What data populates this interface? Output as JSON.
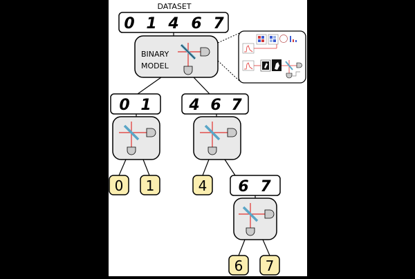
{
  "title": "DATASET",
  "dataset_digits": [
    "0",
    "1",
    "4",
    "6",
    "7"
  ],
  "root_model_label": [
    "BINARY",
    "MODEL"
  ],
  "left_subset_digits": [
    "0",
    "1"
  ],
  "right_subset_digits": [
    "4",
    "6",
    "7"
  ],
  "sub_subset_digits": [
    "6",
    "7"
  ],
  "leaf_labels": [
    "0",
    "1",
    "4",
    "6",
    "7"
  ],
  "colors": {
    "background": "#000000",
    "panel": "#ffffff",
    "node_fill": "#e9e9e9",
    "leaf_fill": "#fbeeb0",
    "beam": "#e0322f",
    "splitter": "#5aa6c7",
    "detector": "#cccccc"
  }
}
